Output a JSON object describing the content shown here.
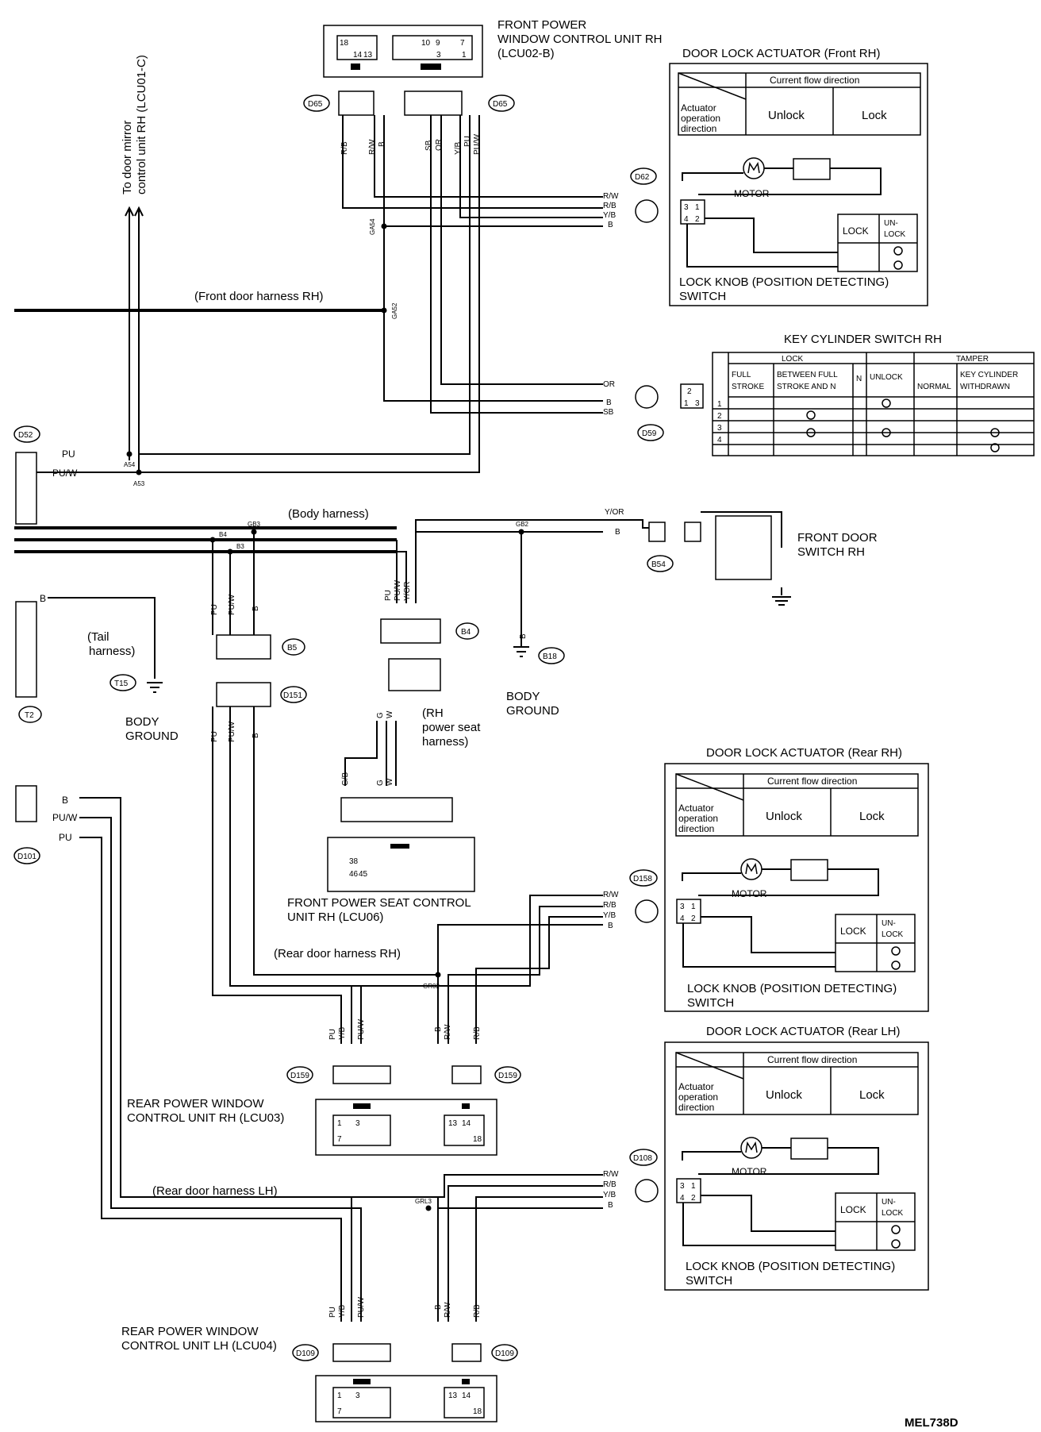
{
  "diagram_id": "MEL738D",
  "units": {
    "front_pw": {
      "title": [
        "FRONT POWER",
        "WINDOW CONTROL UNIT RH",
        "(LCU02-B)"
      ],
      "pins": [
        "18",
        "14",
        "13",
        "10",
        "9",
        "7",
        "3",
        "1"
      ]
    },
    "mirror_note": [
      "To door mirror",
      "control unit RH (LCU01-C)"
    ],
    "rear_rh": {
      "title": [
        "REAR POWER WINDOW",
        "CONTROL UNIT RH (LCU03)"
      ],
      "pins": [
        "1",
        "3",
        "7",
        "13",
        "14",
        "18"
      ]
    },
    "rear_lh": {
      "title": [
        "REAR POWER WINDOW",
        "CONTROL UNIT LH (LCU04)"
      ],
      "pins": [
        "1",
        "3",
        "7",
        "13",
        "14",
        "18"
      ]
    },
    "seat": {
      "title": [
        "FRONT POWER SEAT CONTROL",
        "UNIT RH (LCU06)"
      ],
      "pins": [
        "38",
        "46",
        "45"
      ]
    },
    "door_switch": {
      "title": [
        "FRONT DOOR",
        "SWITCH RH"
      ]
    }
  },
  "actuators": [
    {
      "title": "DOOR LOCK ACTUATOR (Front RH)",
      "connector": "D62"
    },
    {
      "title": "DOOR LOCK ACTUATOR (Rear RH)",
      "connector": "D158"
    },
    {
      "title": "DOOR LOCK ACTUATOR (Rear LH)",
      "connector": "D108"
    }
  ],
  "actuator_common": {
    "flow_header": "Current flow direction",
    "op_label": [
      "Actuator",
      "operation",
      "direction"
    ],
    "unlock": "Unlock",
    "lock": "Lock",
    "motor": "MOTOR",
    "switch_lock": "LOCK",
    "switch_unlock": [
      "UN-",
      "LOCK"
    ],
    "pins": [
      "3",
      "1",
      "4",
      "2"
    ],
    "switch_label": [
      "LOCK KNOB (POSITION DETECTING)",
      "SWITCH"
    ]
  },
  "key_cylinder": {
    "title": "KEY CYLINDER SWITCH RH",
    "lock": "LOCK",
    "tamper": "TAMPER",
    "full_stroke": [
      "FULL",
      "STROKE"
    ],
    "between": [
      "BETWEEN FULL",
      "STROKE AND N"
    ],
    "n": "N",
    "unlock": "UNLOCK",
    "normal": "NORMAL",
    "withdrawn": [
      "KEY CYLINDER",
      "WITHDRAWN"
    ],
    "rows": [
      "1",
      "2",
      "3",
      "4"
    ],
    "pins": [
      "2",
      "1",
      "3"
    ]
  },
  "harness_labels": {
    "front_door_rh": "(Front door harness RH)",
    "body": "(Body harness)",
    "tail": [
      "(Tail",
      "harness)"
    ],
    "rh_seat": [
      "(RH",
      "power seat",
      "harness)"
    ],
    "rear_door_rh": "(Rear door harness RH)",
    "rear_door_lh": "(Rear door harness LH)"
  },
  "body_ground": [
    "BODY",
    "GROUND"
  ],
  "connectors": {
    "D65": "D65",
    "D62": "D62",
    "D59": "D59",
    "D52": "D52",
    "B54": "B54",
    "B4": "B4",
    "B5": "B5",
    "D151": "D151",
    "B18": "B18",
    "T15": "T15",
    "T2": "T2",
    "D101": "D101",
    "D158": "D158",
    "D159": "D159",
    "D108": "D108",
    "D109": "D109"
  },
  "splices": {
    "GA54": "GA54",
    "GA52": "GA52",
    "A54": "A54",
    "A53": "A53",
    "GB3": "GB3",
    "B4s": "B4",
    "B3": "B3",
    "GB2": "GB2",
    "GR02": "GR02",
    "GRL3": "GRL3"
  },
  "wires": {
    "RB": "R/B",
    "RW": "R/W",
    "B": "B",
    "SB": "SB",
    "OR": "OR",
    "YB": "Y/B",
    "PU": "PU",
    "PUW": "PU/W",
    "YOR": "Y/OR",
    "GB": "G/B",
    "G": "G",
    "W": "W"
  }
}
